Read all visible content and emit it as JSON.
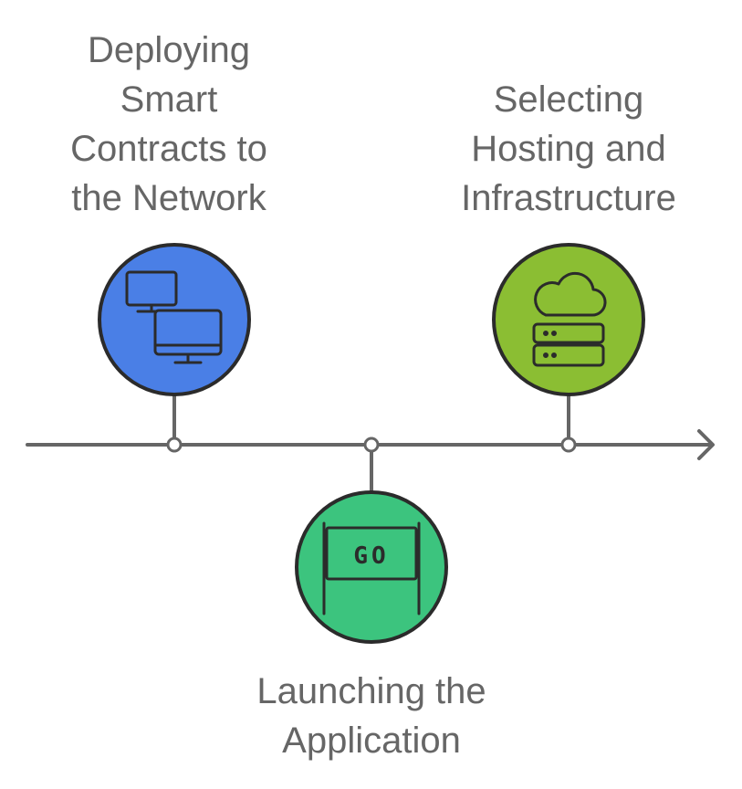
{
  "timeline": {
    "events": [
      {
        "lines": [
          "Deploying",
          "Smart",
          "Contracts to",
          "the Network"
        ],
        "color": "#4A7FE6",
        "icon": "computer-monitors-icon",
        "side": "top"
      },
      {
        "lines": [
          "Launching the",
          "Application"
        ],
        "color": "#3CC47E",
        "icon": "go-sign-icon",
        "side": "bottom",
        "icon_text": "GO"
      },
      {
        "lines": [
          "Selecting",
          "Hosting and",
          "Infrastructure"
        ],
        "color": "#8BBE33",
        "icon": "cloud-server-icon",
        "side": "top"
      }
    ],
    "axis_color": "#666666",
    "outline_color": "#2B2B2B",
    "text_color": "#666666"
  }
}
